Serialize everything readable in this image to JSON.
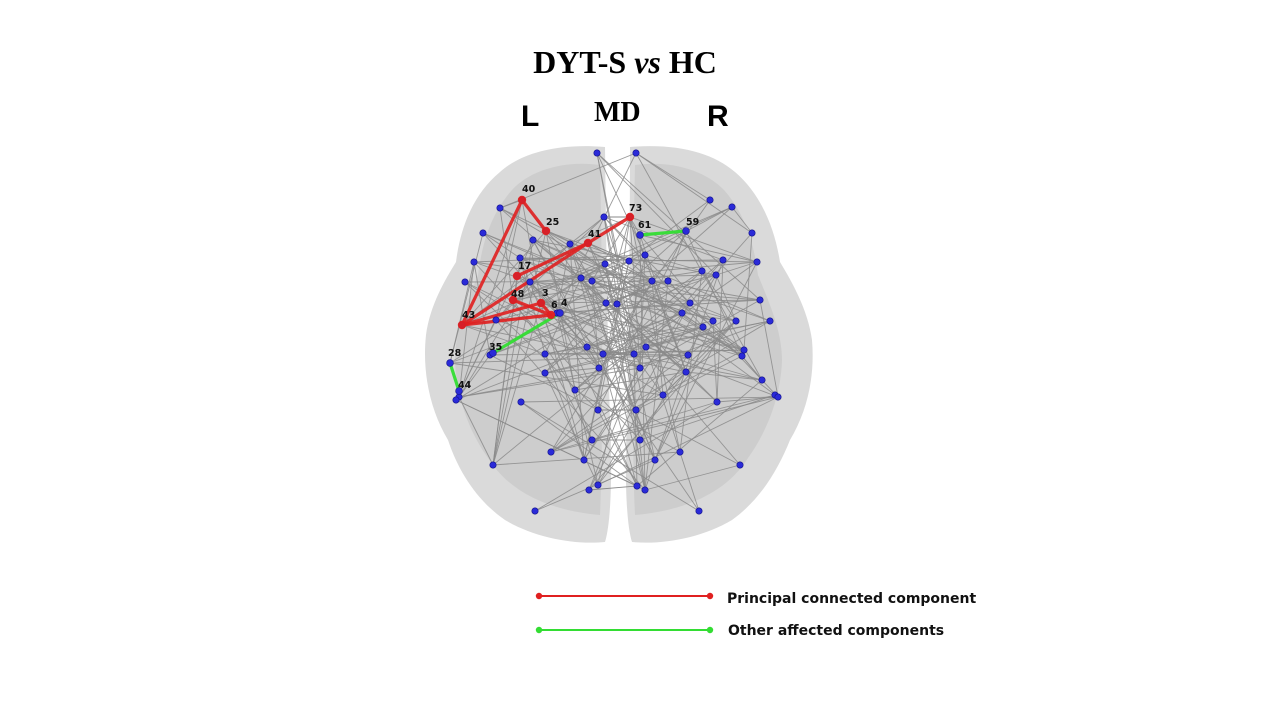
{
  "title": {
    "part1": "DYT-S ",
    "part2": "vs",
    "part3": " HC"
  },
  "orientation": {
    "left": "L",
    "middle": "MD",
    "right": "R"
  },
  "colors": {
    "principal": "#e02020",
    "other": "#33dd33",
    "node": "#2a2ad8",
    "edge": "#8a8a8a",
    "brain": "#c8c8c8"
  },
  "node_labels": [
    "40",
    "73",
    "25",
    "61",
    "59",
    "41",
    "17",
    "48",
    "3",
    "4",
    "6",
    "43",
    "35",
    "28",
    "44"
  ],
  "legend": {
    "principal": "Principal connected component",
    "other": "Other affected components"
  }
}
